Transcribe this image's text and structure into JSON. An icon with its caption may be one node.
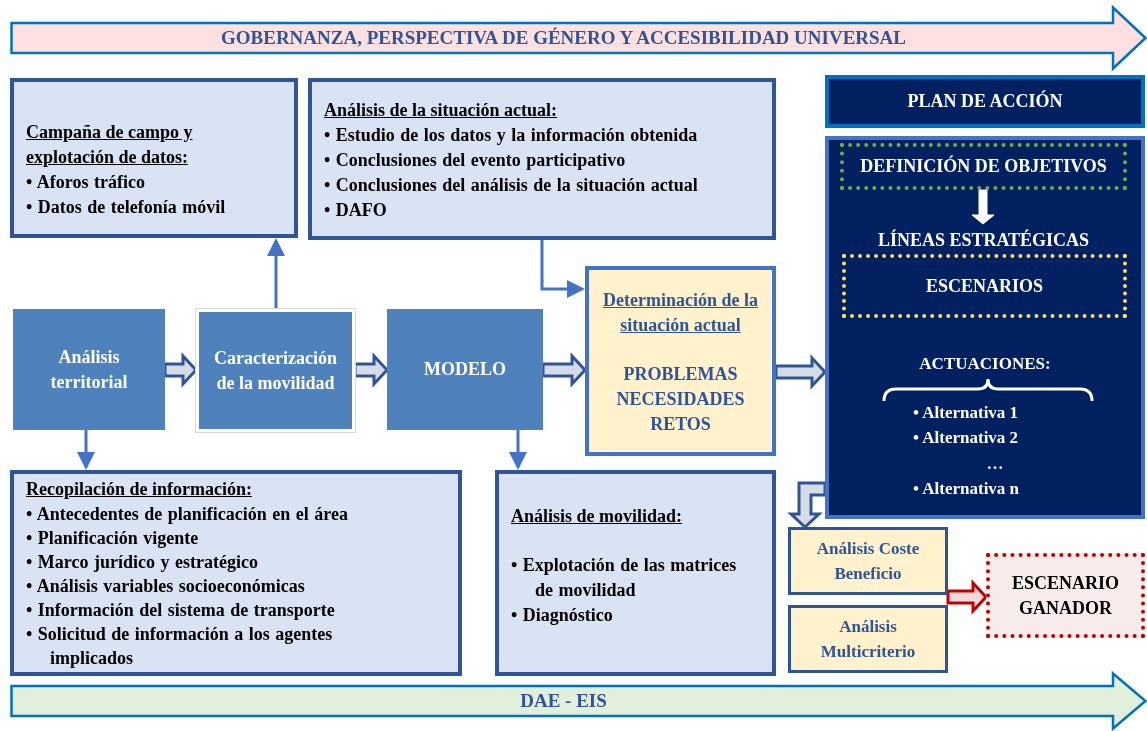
{
  "diagram": {
    "nodes": [
      {
        "text": [
          "GOBERNANZA, PERSPECTIVA DE GÉNERO Y ACCESIBILIDAD UNIVERSAL"
        ]
      },
      {
        "text": [
          "Campaña de campo y explotación de datos:",
          "• Aforos tráfico",
          "• Datos de telefonía móvil"
        ]
      },
      {
        "text": [
          "Análisis de la situación actual:",
          "• Estudio de los datos y la información obtenida",
          "• Conclusiones del evento participativo",
          "• Conclusiones del análisis de la situación actual",
          "• DAFO"
        ]
      },
      {
        "text": [
          "Análisis territorial"
        ]
      },
      {
        "text": [
          "Caracterización de la movilidad"
        ]
      },
      {
        "text": [
          "MODELO"
        ]
      },
      {
        "text": [
          "Determinación de la situación actual",
          "PROBLEMAS",
          "NECESIDADES",
          "RETOS"
        ]
      },
      {
        "text": [
          "PLAN DE ACCIÓN"
        ]
      },
      {
        "text": [
          "ACTUACIONES:",
          "• Alternativa 1",
          "• Alternativa 2",
          "…",
          "• Alternativa n"
        ]
      },
      {
        "text": [
          "DEFINICIÓN DE OBJETIVOS"
        ],
        "in": 8
      },
      {
        "text": [
          "LÍNEAS ESTRATÉGICAS"
        ],
        "in": 8
      },
      {
        "text": [
          "ESCENARIOS"
        ],
        "in": 8
      },
      {
        "text": [
          "Recopilación de información:",
          "• Antecedentes de planificación en el área",
          "• Planificación vigente",
          "• Marco jurídico y estratégico",
          "• Análisis variables socioeconómicas",
          "• Información del sistema de transporte",
          "• Solicitud de información a los agentes implicados"
        ]
      },
      {
        "text": [
          "Análisis de movilidad:",
          "• Explotación de las matrices de movilidad",
          "• Diagnóstico"
        ]
      },
      {
        "text": [
          "Análisis Coste Beneficio"
        ]
      },
      {
        "text": [
          "Análisis Multicriterio"
        ]
      },
      {
        "text": [
          "ESCENARIO GANADOR"
        ]
      },
      {
        "text": [
          "DAE - EIS"
        ]
      }
    ],
    "edges": [
      {
        "from": 3,
        "to": 4,
        "arrow": "to",
        "style": "thick"
      },
      {
        "from": 4,
        "to": 5,
        "arrow": "to",
        "style": "thick"
      },
      {
        "from": 5,
        "to": 6,
        "arrow": "to",
        "style": "thick"
      },
      {
        "from": 6,
        "to": 8,
        "arrow": "to",
        "style": "thick"
      },
      {
        "from": 4,
        "to": 1,
        "arrow": "to"
      },
      {
        "from": 2,
        "to": 6,
        "arrow": "to"
      },
      {
        "from": 3,
        "to": 12,
        "arrow": "to"
      },
      {
        "from": 5,
        "to": 13,
        "arrow": "to"
      },
      {
        "from": 9,
        "to": 10,
        "arrow": "to",
        "style": "thick",
        "color": "#ffffff"
      },
      {
        "from": 8,
        "to": 14,
        "arrow": "to",
        "style": "thick"
      },
      {
        "from": 14,
        "to": 16,
        "arrow": "to",
        "style": "thick",
        "color": "#c00000"
      },
      {
        "from": 15,
        "to": 16,
        "arrow": "to",
        "style": "thick",
        "color": "#c00000"
      }
    ]
  }
}
